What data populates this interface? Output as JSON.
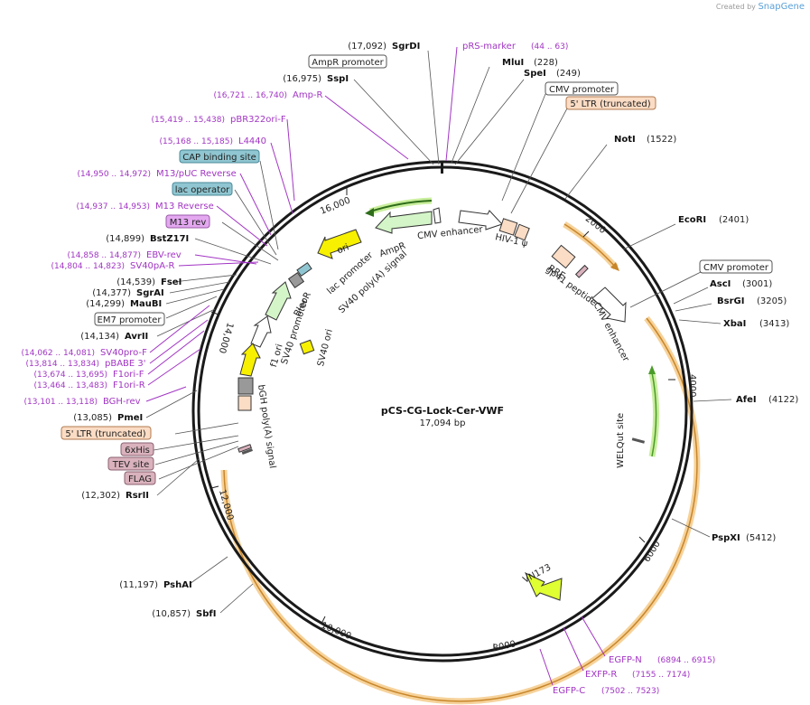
{
  "credit": {
    "prefix": "Created by",
    "brand": "SnapGene"
  },
  "plasmid": {
    "name": "pCS-CG-Lock-Cer-VWF",
    "size": "17,094 bp"
  },
  "ticks": [
    "16,000",
    "2000",
    "4000",
    "6000",
    "8000",
    "10,000",
    "12,000",
    "14,000"
  ],
  "sites": [
    {
      "name": "SgrDI",
      "pos": "(17,092)"
    },
    {
      "name": "SspI",
      "pos": "(16,975)"
    },
    {
      "name": "BstZ17I",
      "pos": "(14,899)"
    },
    {
      "name": "FseI",
      "pos": "(14,539)"
    },
    {
      "name": "SgrAI",
      "pos": "(14,377)"
    },
    {
      "name": "MauBI",
      "pos": "(14,299)"
    },
    {
      "name": "AvrII",
      "pos": "(14,134)"
    },
    {
      "name": "PmeI",
      "pos": "(13,085)"
    },
    {
      "name": "RsrII",
      "pos": "(12,302)"
    },
    {
      "name": "PshAI",
      "pos": "(11,197)"
    },
    {
      "name": "SbfI",
      "pos": "(10,857)"
    },
    {
      "name": "MluI",
      "pos": "(228)"
    },
    {
      "name": "SpeI",
      "pos": "(249)"
    },
    {
      "name": "NotI",
      "pos": "(1522)"
    },
    {
      "name": "EcoRI",
      "pos": "(2401)"
    },
    {
      "name": "AscI",
      "pos": "(3001)"
    },
    {
      "name": "BsrGI",
      "pos": "(3205)"
    },
    {
      "name": "XbaI",
      "pos": "(3413)"
    },
    {
      "name": "AfeI",
      "pos": "(4122)"
    },
    {
      "name": "PspXI",
      "pos": "(5412)"
    }
  ],
  "primers": [
    {
      "name": "pRS-marker",
      "pos": "(44 .. 63)"
    },
    {
      "name": "Amp-R",
      "pos": "(16,721 .. 16,740)"
    },
    {
      "name": "pBR322ori-F",
      "pos": "(15,419 .. 15,438)"
    },
    {
      "name": "L4440",
      "pos": "(15,168 .. 15,185)"
    },
    {
      "name": "M13/pUC Reverse",
      "pos": "(14,950 .. 14,972)"
    },
    {
      "name": "M13 Reverse",
      "pos": "(14,937 .. 14,953)"
    },
    {
      "name": "EBV-rev",
      "pos": "(14,858 .. 14,877)"
    },
    {
      "name": "SV40pA-R",
      "pos": "(14,804 .. 14,823)"
    },
    {
      "name": "SV40pro-F",
      "pos": "(14,062 .. 14,081)"
    },
    {
      "name": "pBABE 3'",
      "pos": "(13,814 .. 13,834)"
    },
    {
      "name": "F1ori-F",
      "pos": "(13,674 .. 13,695)"
    },
    {
      "name": "F1ori-R",
      "pos": "(13,464 .. 13,483)"
    },
    {
      "name": "BGH-rev",
      "pos": "(13,101 .. 13,118)"
    },
    {
      "name": "EGFP-N",
      "pos": "(6894 .. 6915)"
    },
    {
      "name": "EXFP-R",
      "pos": "(7155 .. 7174)"
    },
    {
      "name": "EGFP-C",
      "pos": "(7502 .. 7523)"
    }
  ],
  "boxes": [
    {
      "name": "AmpR promoter",
      "color": "#ffffff"
    },
    {
      "name": "CMV promoter",
      "color": "#ffffff"
    },
    {
      "name": "5' LTR (truncated)",
      "color": "#fbdcc4"
    },
    {
      "name": "CAP binding site",
      "color": "#8fc6d1"
    },
    {
      "name": "lac operator",
      "color": "#8fc6d1"
    },
    {
      "name": "M13 rev",
      "color": "#e3a8f0"
    },
    {
      "name": "EM7 promoter",
      "color": "#ffffff"
    },
    {
      "name": "5' LTR (truncated)",
      "color": "#fbdcc4"
    },
    {
      "name": "6xHis",
      "color": "#d9b2bd"
    },
    {
      "name": "TEV site",
      "color": "#d9b2bd"
    },
    {
      "name": "FLAG",
      "color": "#d9b2bd"
    },
    {
      "name": "CMV promoter",
      "color": "#ffffff"
    }
  ],
  "features": [
    "AmpR",
    "CMV enhancer",
    "HIV-1 ψ",
    "RRE",
    "gp41 peptide",
    "CMV enhancer",
    "WELQut site",
    "VN173",
    "ori",
    "lac promoter",
    "SV40 poly(A) signal",
    "BleoR",
    "SV40 promoter",
    "f1 ori",
    "SV40 ori",
    "bGH poly(A) signal"
  ],
  "colors": {
    "backbone": "#1a1a1a",
    "site_line": "#555555",
    "primer": "#a235c4",
    "amp": "#d4f5c8",
    "yellow": "#f7f000",
    "lime": "#e0ff33",
    "orange_arc": "#e8a03c",
    "ltr": "#fbdcc4",
    "green_arc": "#8fe05a"
  }
}
